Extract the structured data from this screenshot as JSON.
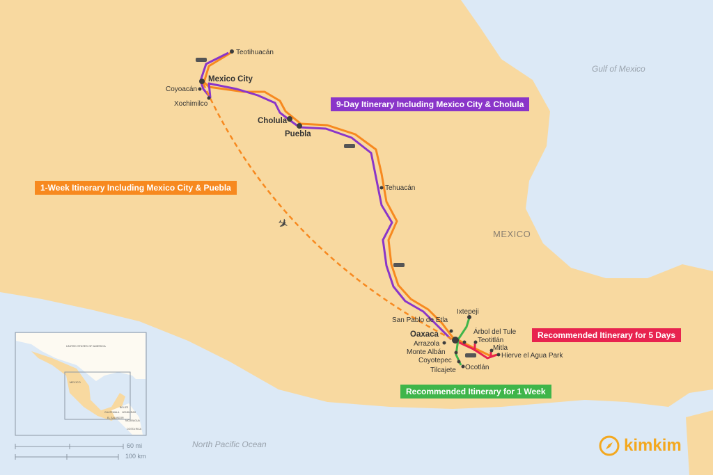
{
  "labels": {
    "gulf": "Gulf of Mexico",
    "pacific": "North Pacific Ocean",
    "country": "MEXICO"
  },
  "places": {
    "teotihuacan": "Teotihuacán",
    "mexico_city": "Mexico City",
    "coyoacan": "Coyoacán",
    "xochimilco": "Xochimilco",
    "cholula": "Cholula",
    "puebla": "Puebla",
    "tehuacan": "Tehuacán",
    "ixtepeji": "Ixtepeji",
    "san_pablo": "San Pablo de Etla",
    "oaxaca": "Oaxaca",
    "arbol": "Árbol del Tule",
    "teotitlan": "Teotitlán",
    "arrazola": "Arrazola",
    "monte_alban": "Monte Albán",
    "mitla": "Mitla",
    "hierve": "Hierve el Agua Park",
    "coyotepec": "Coyotepec",
    "ocotlan": "Ocotlán",
    "tilcajete": "Tilcajete"
  },
  "itineraries": [
    {
      "label": "9-Day Itinerary Including Mexico City & Cholula",
      "color": "#8a35c9"
    },
    {
      "label": "1-Week Itinerary Including Mexico City & Puebla",
      "color": "#f7891f"
    },
    {
      "label": "Recommended Itinerary for 5 Days",
      "color": "#e8234f"
    },
    {
      "label": "Recommended Itinerary for 1 Week",
      "color": "#3fb54a"
    }
  ],
  "inset": {
    "usa": "UNITED STATES OF AMERICA",
    "mexico": "MEXICO",
    "guatemala": "GUATEMALA",
    "belize": "BELIZE",
    "honduras": "HONDURAS",
    "el_salvador": "EL SALVADOR",
    "nicaragua": "NICARAGUA",
    "costa_rica": "COSTA RICA"
  },
  "scale": {
    "miles": "60 mi",
    "km": "100 km"
  },
  "brand": "kimkim"
}
